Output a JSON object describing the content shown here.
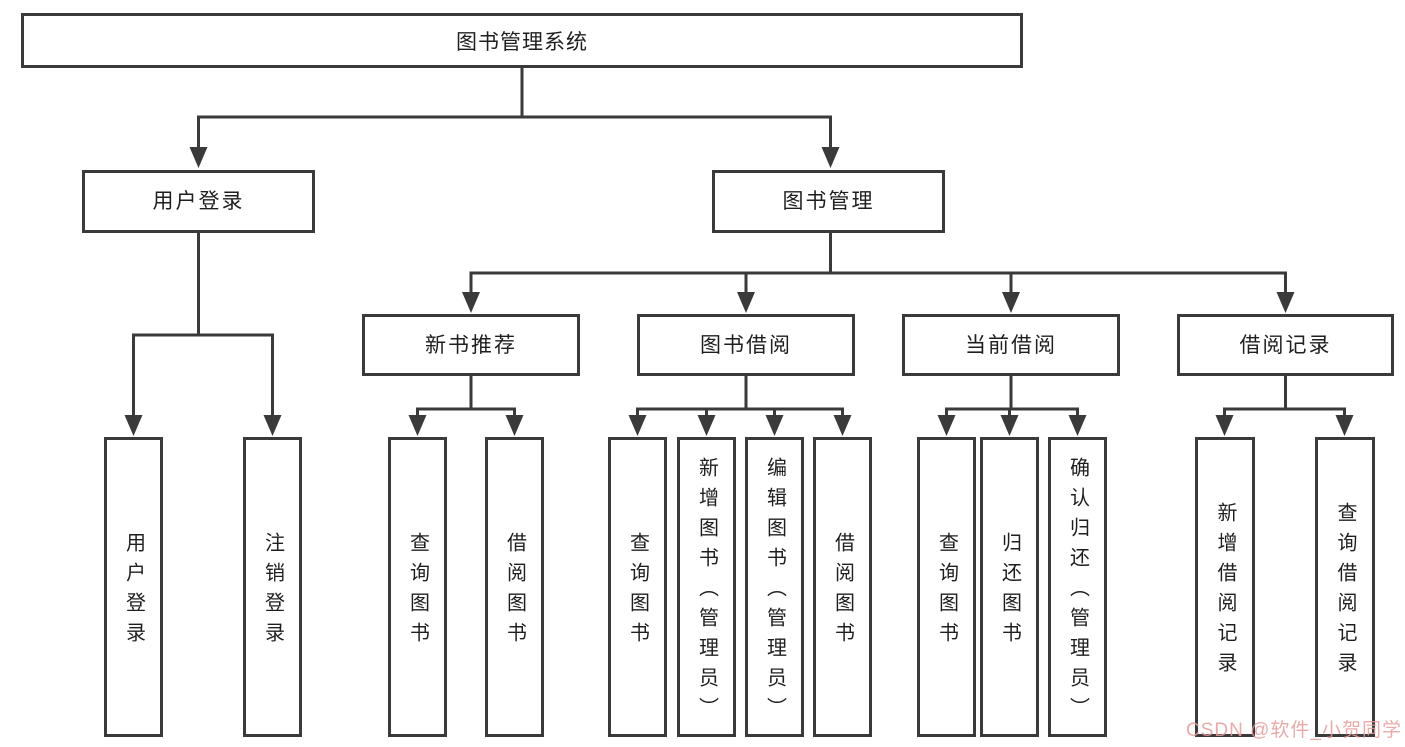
{
  "diagram": {
    "root": {
      "label": "图书管理系统"
    },
    "level2": [
      {
        "label": "用户登录"
      },
      {
        "label": "图书管理"
      }
    ],
    "level3": [
      {
        "label": "新书推荐"
      },
      {
        "label": "图书借阅"
      },
      {
        "label": "当前借阅"
      },
      {
        "label": "借阅记录"
      }
    ],
    "leaves": [
      {
        "label": "用户登录"
      },
      {
        "label": "注销登录"
      },
      {
        "label": "查询图书"
      },
      {
        "label": "借阅图书"
      },
      {
        "label": "查询图书"
      },
      {
        "label": "新增图书（管理员）"
      },
      {
        "label": "编辑图书（管理员）"
      },
      {
        "label": "借阅图书"
      },
      {
        "label": "查询图书"
      },
      {
        "label": "归还图书"
      },
      {
        "label": "确认归还（管理员）"
      },
      {
        "label": "新增借阅记录"
      },
      {
        "label": "查询借阅记录"
      }
    ]
  },
  "watermark": {
    "text": "CSDN @软件_小贺同学",
    "color": "#e89c9c"
  },
  "colors": {
    "line": "#3a3a3a",
    "text": "#1f1f1f",
    "background": "#ffffff"
  }
}
